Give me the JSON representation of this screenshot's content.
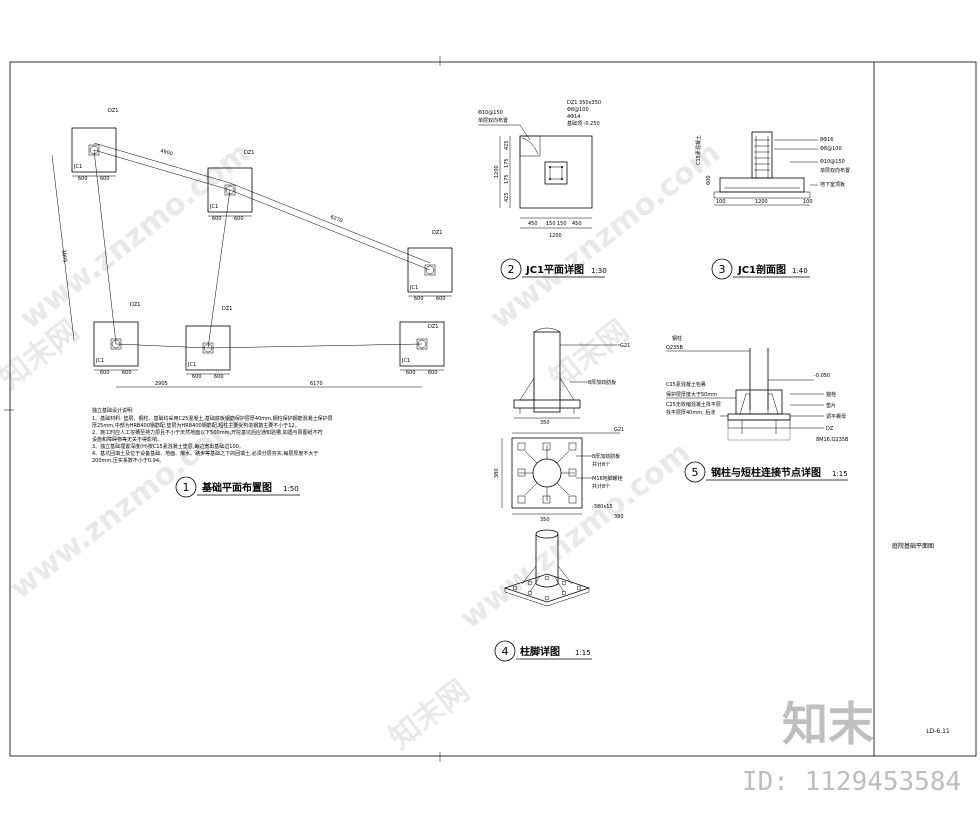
{
  "drawing": {
    "sheet_title": "庭院基础平面图",
    "sheet_number": "LD-6.11"
  },
  "views": {
    "v1": {
      "num": "1",
      "title": "基础平面布置图",
      "scale": "1:50"
    },
    "v2": {
      "num": "2",
      "title": "JC1平面详图",
      "scale": "1:30"
    },
    "v3": {
      "num": "3",
      "title": "JC1剖面图",
      "scale": "1:40"
    },
    "v4": {
      "num": "4",
      "title": "柱脚详图",
      "scale": "1:15"
    },
    "v5": {
      "num": "5",
      "title": "钢柱与短柱连接节点详图",
      "scale": "1:15"
    }
  },
  "plan": {
    "footings": [
      {
        "tag": "JC1",
        "col": "DZ1",
        "w1": "600",
        "w2": "600",
        "h": "600"
      },
      {
        "tag": "JC1",
        "col": "DZ1",
        "w1": "600",
        "w2": "600",
        "h": "600"
      },
      {
        "tag": "JC1",
        "col": "DZ1",
        "w1": "600",
        "w2": "600",
        "h": "600"
      },
      {
        "tag": "JC1",
        "col": "DZ1",
        "w1": "600",
        "w2": "600",
        "h": "600"
      },
      {
        "tag": "JC1",
        "col": "DZ1",
        "w1": "600",
        "w2": "600",
        "h": "600"
      },
      {
        "tag": "JC1",
        "col": "DZ1",
        "w1": "600",
        "w2": "600",
        "h": "600"
      }
    ],
    "spans": {
      "a": "4900",
      "b": "6270",
      "c": "2905",
      "d": "6170",
      "e": "3905"
    },
    "notes_title": "独立基础设计说明:",
    "notes": [
      "1、基础材料: 垫层、钢柱、基础均采用C25混凝土,基础底板钢筋保护层厚40mm,钢柱保护钢筋混凝土保护层",
      "厚25mm,中部为HRB400钢筋配,垫层为HRB400钢筋配,短柱主要受构造钢筋主要不小于12。",
      "2、施工时应人工挖槽至持力层且不小于天然地面以下500mm,开挖基坑后应通知验槽,如遇与原图纸不符",
      "设施和障碍物等无关不得影响。",
      "3、独立基础埋置深度(H)按C15素混凝土垫层,每边宽出基础边100。",
      "4、基坑回填土及位于设备基础、地面、散水、路步等基础之下的回填土,必须分层夯实,每层厚度不大于",
      "200mm,压实系数不小于0.94。"
    ]
  },
  "jc1_plan": {
    "notes": [
      "Φ10@150",
      "单层双向布置",
      "DZ1 350x350",
      "4Φ14",
      "基础顶 -0.250",
      "Φ8@100"
    ],
    "dims": [
      "450",
      "150",
      "150",
      "450",
      "1200",
      "425",
      "175",
      "175",
      "425",
      "1200"
    ]
  },
  "jc1_section": {
    "notes": [
      "8Φ16",
      "Φ8@100",
      "Φ10@150",
      "单层双向布置",
      "地下室顶板",
      "C15素混凝土"
    ],
    "dims": [
      "100",
      "1200",
      "100",
      "600"
    ]
  },
  "column_base": {
    "notes": [
      "G21",
      "8厚加劲肋板",
      "8厚加劲肋板",
      "共计8个",
      "M16地脚螺栓",
      "共计8个",
      "-380x15",
      "G21",
      "380"
    ],
    "dims": [
      "350",
      "380",
      "350"
    ]
  },
  "connection": {
    "notes": [
      "钢柱",
      "Q235B",
      "-0.050",
      "C15素混凝土包裹",
      "保护层厚度大于50mm",
      "C25无收缩混凝土找平层",
      "找平层厚40mm, 后浇",
      "锚栓",
      "垫片",
      "调平螺母",
      "DZ",
      "8M16,Q235B"
    ]
  },
  "watermarks": {
    "site": "www.znzmo.com",
    "brand": "知末",
    "brand_short": "知末网",
    "id": "ID: 1129453584"
  }
}
